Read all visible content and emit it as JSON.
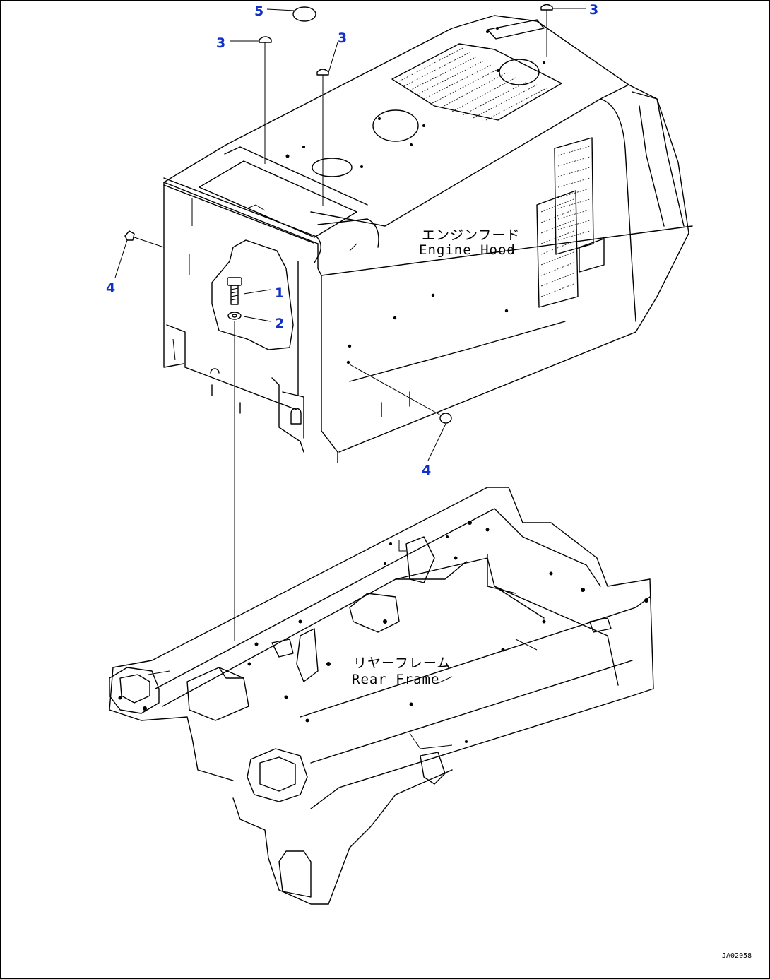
{
  "labels": {
    "engine_hood_jp": "エンジンフード",
    "engine_hood_en": "Engine Hood",
    "rear_frame_jp": "リヤーフレーム",
    "rear_frame_en": "Rear Frame"
  },
  "callouts": {
    "c1": "1",
    "c2": "2",
    "c3a": "3",
    "c3b": "3",
    "c3c": "3",
    "c4a": "4",
    "c4b": "4",
    "c5": "5"
  },
  "drawing_number": "JA02058"
}
